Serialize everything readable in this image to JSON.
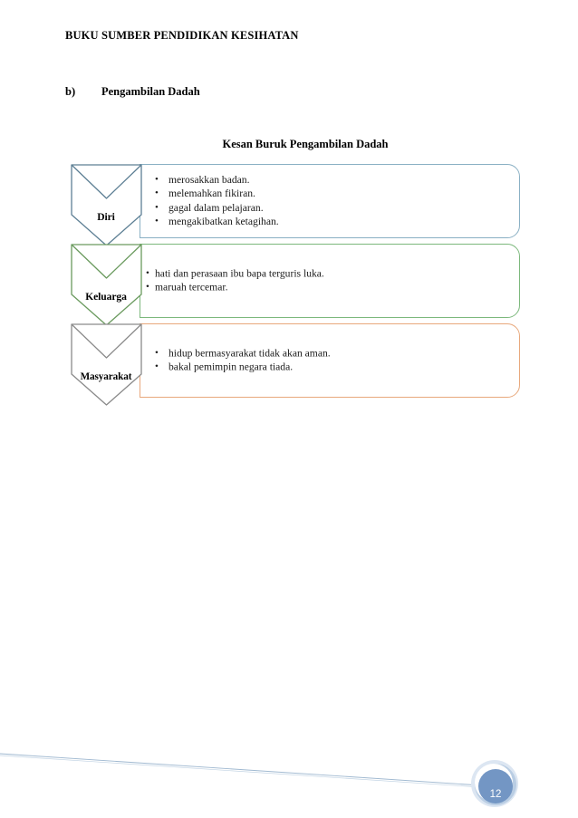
{
  "document": {
    "header": "BUKU SUMBER PENDIDIKAN KESIHATAN",
    "section": {
      "marker": "b)",
      "title": "Pengambilan Dadah"
    }
  },
  "diagram": {
    "title": "Kesan Buruk Pengambilan Dadah",
    "rows": [
      {
        "label": "Diri",
        "color": "#8ab0c4",
        "bullets": [
          "merosakkan badan.",
          "melemahkan fikiran.",
          "gagal dalam pelajaran.",
          "mengakibatkan ketagihan."
        ]
      },
      {
        "label": "Keluarga",
        "color": "#7cb87c",
        "bullets": [
          "hati dan perasaan ibu bapa terguris luka.",
          "maruah tercemar."
        ]
      },
      {
        "label": "Masyarakat",
        "color": "#e8a87c",
        "bullets": [
          "hidup bermasyarakat tidak akan aman.",
          "bakal pemimpin negara tiada."
        ]
      }
    ]
  },
  "footer": {
    "page_number": "12",
    "badge_color": "#7396c4",
    "line_color": "#9fb8d0"
  }
}
